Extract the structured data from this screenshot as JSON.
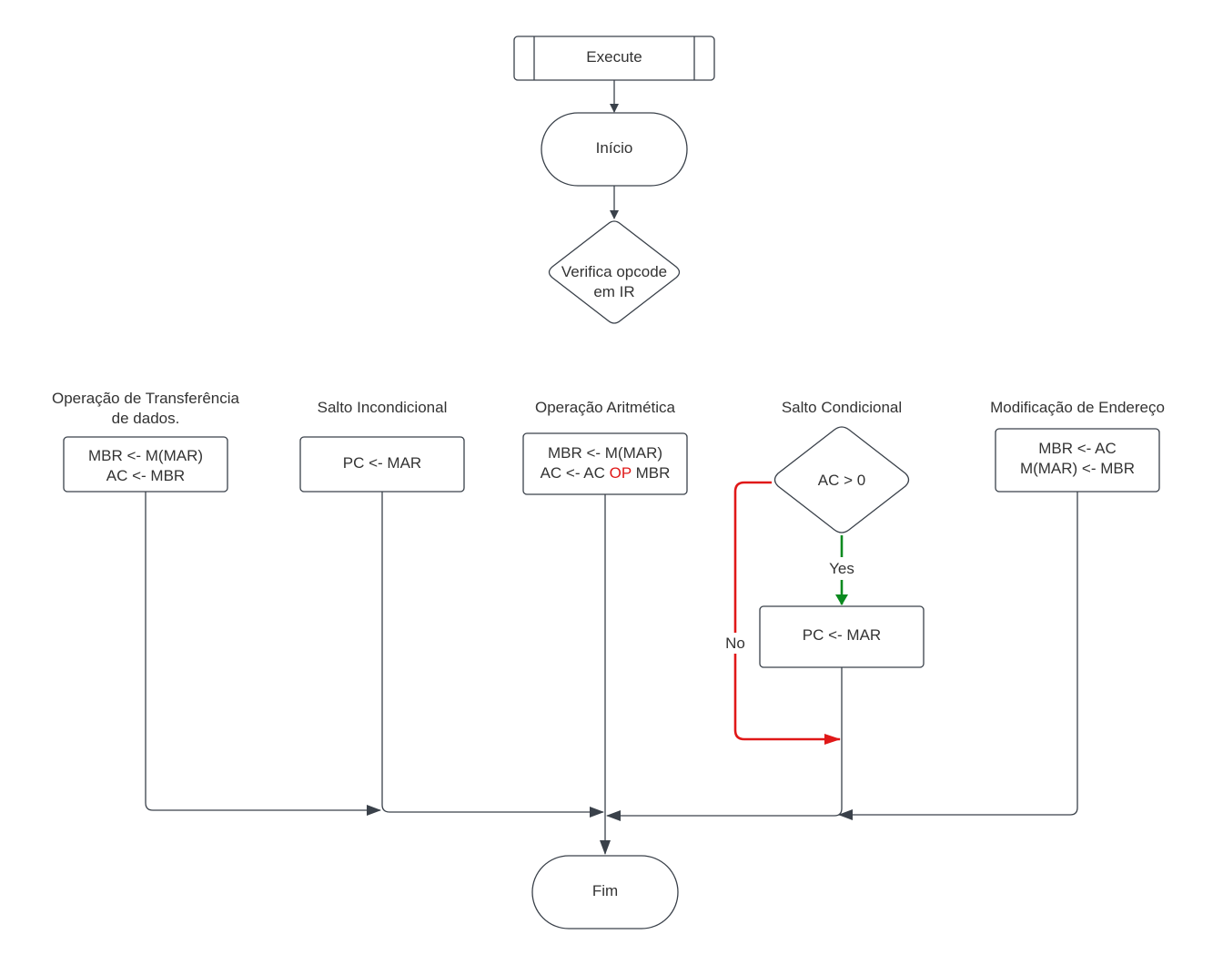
{
  "colors": {
    "stroke": "#3a414a",
    "text": "#333333",
    "yes": "#0a8a1f",
    "no": "#e01818",
    "op_highlight": "#e01818"
  },
  "nodes": {
    "execute": {
      "label": "Execute"
    },
    "inicio": {
      "label": "Início"
    },
    "verifica": {
      "line1": "Verifica opcode",
      "line2": "em IR"
    },
    "transferencia": {
      "title_line1": "Operação de Transferência",
      "title_line2": "de dados.",
      "line1": "MBR <- M(MAR)",
      "line2": "AC <- MBR"
    },
    "salto_incondicional": {
      "title": "Salto Incondicional",
      "line1": "PC <- MAR"
    },
    "aritmetica": {
      "title": "Operação Aritmética",
      "line1": "MBR <- M(MAR)",
      "line2_a": "AC <- AC ",
      "line2_op": "OP",
      "line2_b": " MBR"
    },
    "salto_condicional": {
      "title": "Salto Condicional",
      "decision": "AC > 0",
      "yes_label": "Yes",
      "no_label": "No",
      "action": "PC <- MAR"
    },
    "modificacao": {
      "title": "Modificação de Endereço",
      "line1": "MBR <- AC",
      "line2": "M(MAR) <- MBR"
    },
    "fim": {
      "label": "Fim"
    }
  }
}
